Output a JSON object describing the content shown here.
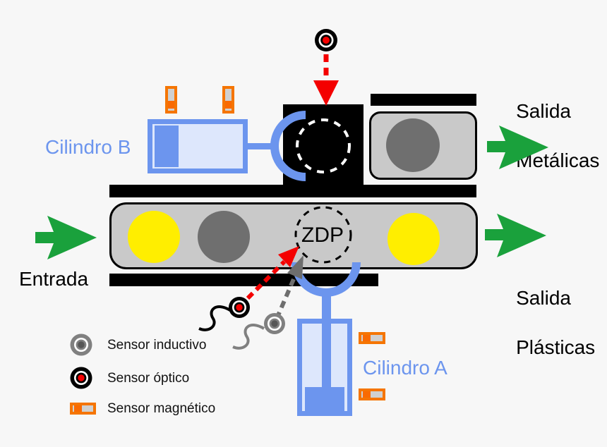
{
  "labels": {
    "cylinder_b": "Cilindro B",
    "cylinder_a": "Cilindro A",
    "input": "Entrada",
    "output_metal_line1": "Salida",
    "output_metal_line2": "Metálicas",
    "output_plastic_line1": "Salida",
    "output_plastic_line2": "Plásticas",
    "detection_zone": "ZDP"
  },
  "legend": {
    "items": [
      {
        "icon": "inductive-sensor-icon",
        "label": "Sensor inductivo"
      },
      {
        "icon": "optical-sensor-icon",
        "label": "Sensor óptico"
      },
      {
        "icon": "magnetic-sensor-icon",
        "label": "Sensor magnético"
      }
    ]
  },
  "colors": {
    "cylinder_blue": "#6c95ee",
    "cylinder_fill": "#dde7fc",
    "sensor_orange": "#f57502",
    "arrow_green": "#1aa13c",
    "optical_red": "#f40000",
    "plastic_yellow": "#ffee00",
    "metal_gray": "#6f6f6f",
    "belt_gray": "#c9c9c9",
    "inductive_gray": "#808080"
  }
}
